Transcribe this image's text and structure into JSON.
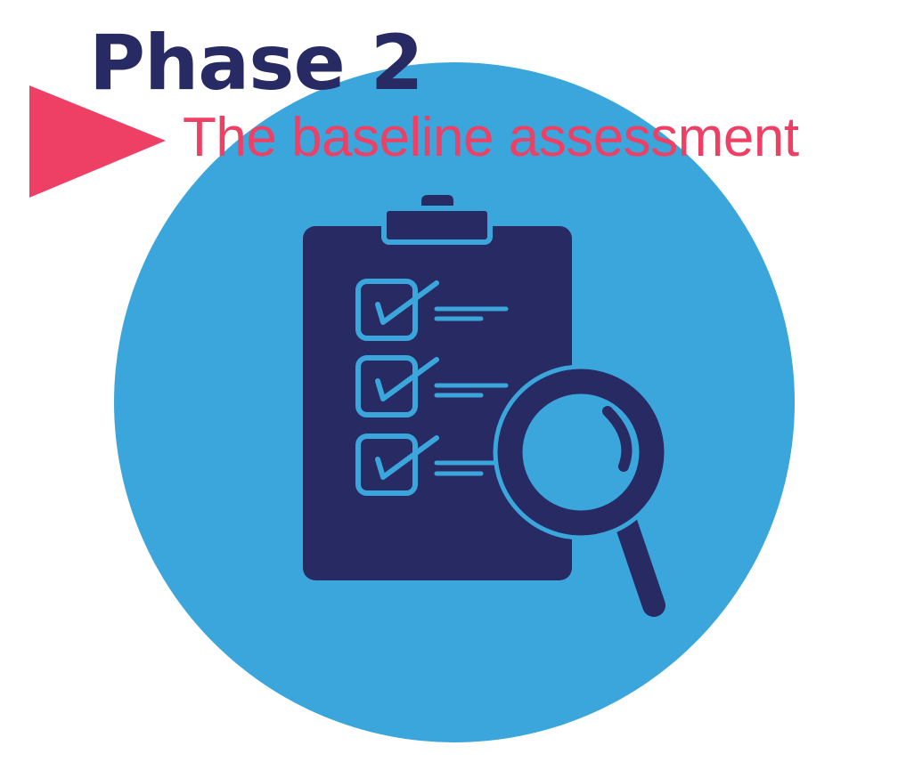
{
  "heading": {
    "title": "Phase 2",
    "subtitle": "The baseline assessment"
  },
  "graphic": {
    "background_shape": "circle",
    "main_icon": "clipboard-checklist-icon",
    "overlay_icon": "magnifying-glass-icon",
    "pointer_icon": "triangle-arrow-icon",
    "checklist_item_count": 3
  },
  "colors": {
    "navy": "#272a63",
    "sky_blue": "#3aa6dc",
    "pink": "#ed4064",
    "background": "#ffffff"
  }
}
